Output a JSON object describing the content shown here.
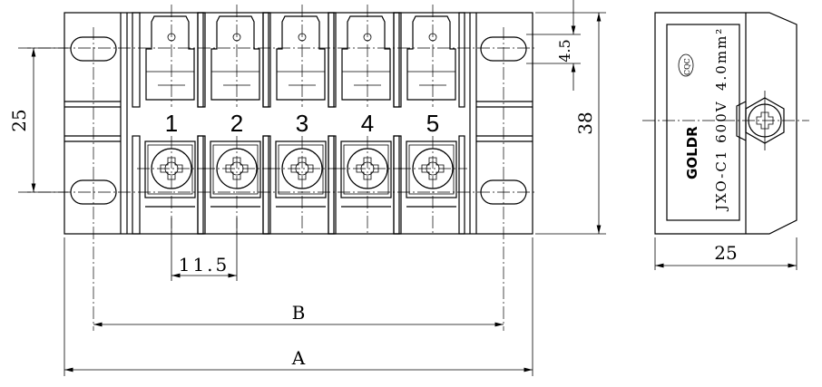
{
  "terminals": [
    "1",
    "2",
    "3",
    "4",
    "5"
  ],
  "dimensions": {
    "height_mounting": "25",
    "height_total": "38",
    "tab_offset": "4.5",
    "pitch": "11.5",
    "mounting_span": "B",
    "overall_length": "A",
    "side_width": "25"
  },
  "side_label": {
    "brand": "GOLDR",
    "model": "JXO-C1 600V",
    "rating": "4.0mm²",
    "cert": "CQC"
  }
}
